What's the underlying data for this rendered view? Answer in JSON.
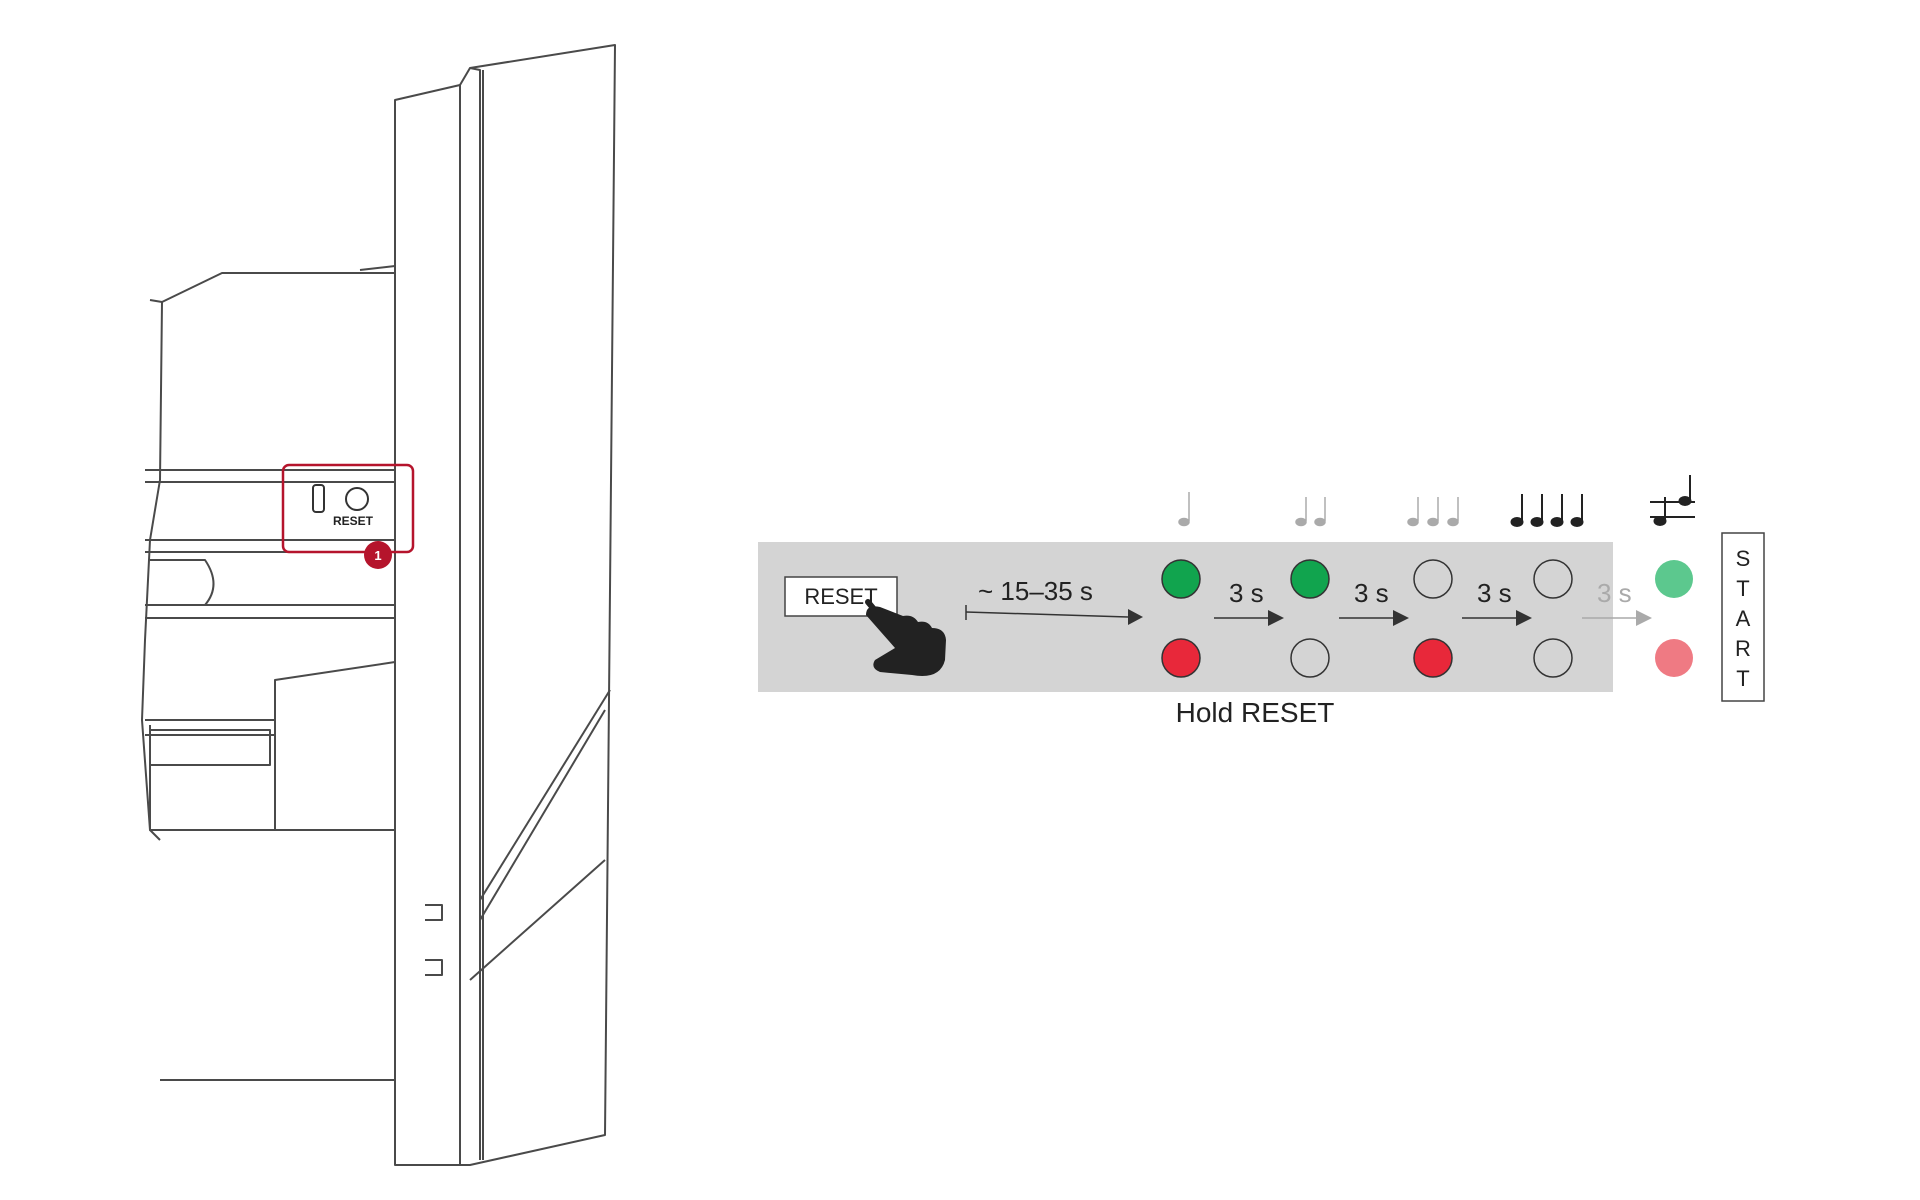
{
  "device": {
    "reset_label": "RESET",
    "callout_number": "1"
  },
  "sequence": {
    "reset_button_label": "RESET",
    "initial_delay_label": "~ 15–35 s",
    "step_labels": [
      "3 s",
      "3 s",
      "3 s",
      "3 s"
    ],
    "hold_caption": "Hold RESET",
    "start_label": [
      "S",
      "T",
      "A",
      "R",
      "T"
    ],
    "beep_counts": [
      1,
      2,
      3,
      4
    ]
  },
  "led_states": [
    {
      "top": "green",
      "bottom": "red"
    },
    {
      "top": "green",
      "bottom": "off"
    },
    {
      "top": "off",
      "bottom": "red"
    },
    {
      "top": "off",
      "bottom": "off"
    },
    {
      "top": "green-faded",
      "bottom": "red-faded"
    }
  ],
  "colors": {
    "callout": "#b5142c",
    "led_green": "#11a44e",
    "led_red": "#e8283a",
    "led_green_faded": "#5cc88e",
    "led_red_faded": "#ef7a83",
    "panel_gray": "#d4d4d4"
  }
}
